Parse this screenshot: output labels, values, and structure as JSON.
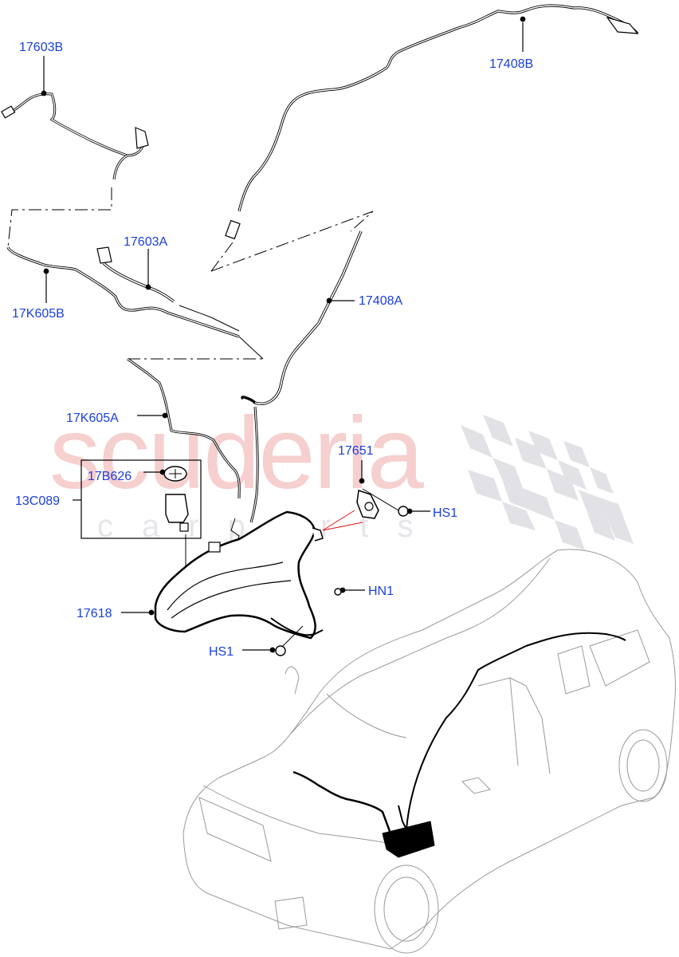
{
  "diagram": {
    "type": "exploded-parts-diagram",
    "subject": "Windscreen / headlamp washer reservoir, pump and hoses",
    "label_color": "#1a3fe0",
    "leader_color": "#000000",
    "highlight_line_color": "#e01010",
    "callouts": [
      {
        "id": "17603B",
        "label": "17603B"
      },
      {
        "id": "17408B",
        "label": "17408B"
      },
      {
        "id": "17603A",
        "label": "17603A"
      },
      {
        "id": "17K605B",
        "label": "17K605B"
      },
      {
        "id": "17408A",
        "label": "17408A"
      },
      {
        "id": "17K605A",
        "label": "17K605A"
      },
      {
        "id": "17651",
        "label": "17651"
      },
      {
        "id": "17B626",
        "label": "17B626"
      },
      {
        "id": "13C089",
        "label": "13C089"
      },
      {
        "id": "HS1_top",
        "label": "HS1"
      },
      {
        "id": "HN1",
        "label": "HN1"
      },
      {
        "id": "17618",
        "label": "17618"
      },
      {
        "id": "HS1_bottom",
        "label": "HS1"
      }
    ]
  },
  "watermark": {
    "main": "scuderia",
    "sub": "carparts",
    "main_color": "#f6cfcf",
    "sub_color": "#e6e6ea",
    "checker_color": "#e2e2e6"
  },
  "vehicle_overview": {
    "description": "Compact SUV isometric outline with washer system highlighted"
  }
}
